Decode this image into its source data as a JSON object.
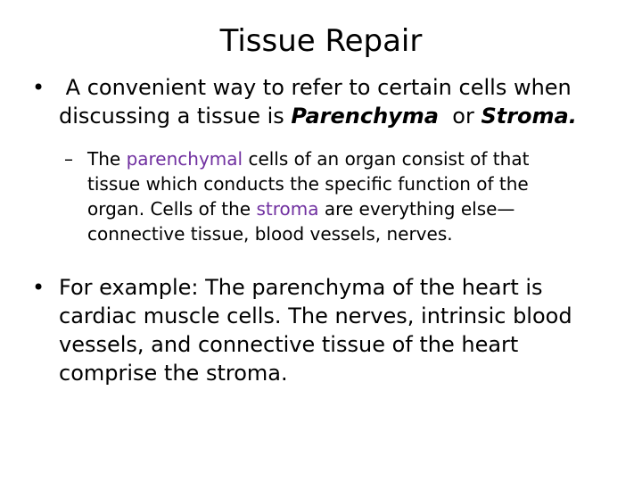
{
  "slide": {
    "title": "Tissue Repair",
    "bullet_marker": "•",
    "dash_marker": "–",
    "accent_color": "#7030a0",
    "bullet1": {
      "line1": "A convenient way to refer to certain cells when",
      "line2_prefix": "discussing a tissue is ",
      "term1": "Parenchyma",
      "connector": "  or ",
      "term2": "Stroma."
    },
    "sub_bullet": {
      "prefix": "The ",
      "term1": "parenchymal",
      "line1_rest": " cells of an organ consist of that",
      "line2": "tissue which conducts the specific function of the",
      "line3_prefix": "organ. Cells of the ",
      "term2": "stroma",
      "line3_rest": " are everything else—",
      "line4": "connective tissue, blood vessels, nerves."
    },
    "bullet2": {
      "line1": "For example: The parenchyma of the heart is",
      "line2": "cardiac muscle cells. The nerves, intrinsic blood",
      "line3": "vessels, and connective tissue of the heart",
      "line4": "comprise the stroma."
    }
  }
}
